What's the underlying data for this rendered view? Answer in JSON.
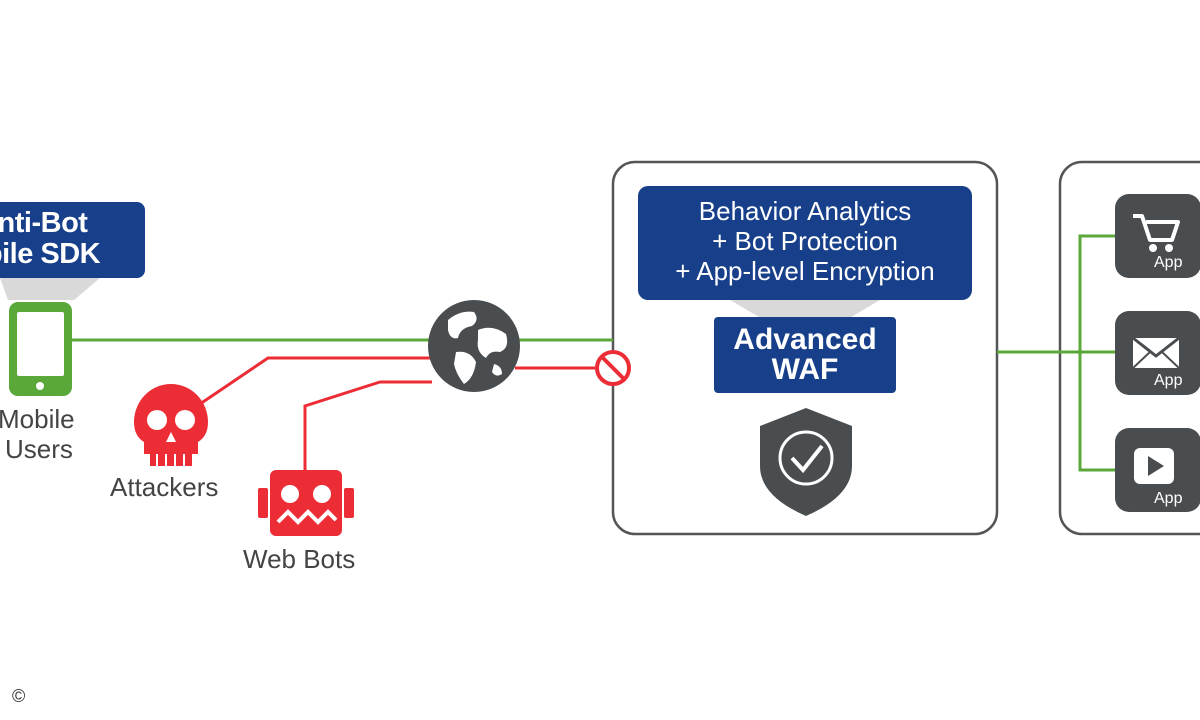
{
  "sdk": {
    "line1": "nti-Bot",
    "line2": "bile SDK"
  },
  "mobile_users": {
    "line1": "Mobile",
    "line2": "Users"
  },
  "attackers": "Attackers",
  "web_bots": "Web Bots",
  "analytics": {
    "line1": "Behavior Analytics",
    "line2": "+ Bot Protection",
    "line3": "+ App-level Encryption"
  },
  "waf": {
    "line1": "Advanced",
    "line2": "WAF"
  },
  "apps": [
    {
      "label": "App",
      "icon": "shopping-cart-icon"
    },
    {
      "label": "App",
      "icon": "envelope-icon"
    },
    {
      "label": "App",
      "icon": "play-icon"
    }
  ],
  "copyright": "©",
  "colors": {
    "box_blue": "#173f8a",
    "green_line": "#5aa83a",
    "red_line": "#ec2d36",
    "dark_icon": "#4a4d4f",
    "frame": "#555555"
  }
}
